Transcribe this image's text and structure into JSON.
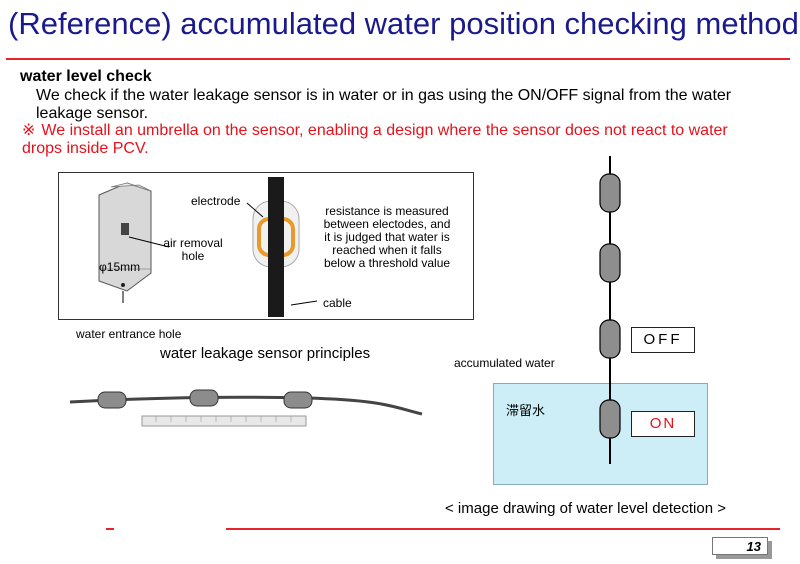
{
  "title": "(Reference) accumulated water position checking method",
  "section": {
    "heading": "water level check",
    "body": "We check if the water leakage sensor is in water or in gas using the ON/OFF signal from the water leakage sensor.",
    "note_mark": "※",
    "note": "We install an umbrella on the sensor, enabling a design where the sensor does not react to water drops inside PCV."
  },
  "sensor_diagram": {
    "electrode": "electrode",
    "air_removal_1": "air removal",
    "air_removal_2": "hole",
    "diameter": "φ15mm",
    "resistance_1": "resistance is measured",
    "resistance_2": "between electodes, and",
    "resistance_3": "it is judged that water is",
    "resistance_4": "reached when it falls",
    "resistance_5": "below a threshold value",
    "cable": "cable",
    "water_entrance": "water entrance hole",
    "caption": "water leakage sensor principles"
  },
  "level_diagram": {
    "accumulated_water": "accumulated water",
    "japanese_label": "滞留水",
    "off_label": "OFF",
    "on_label": "ON",
    "caption": "< image drawing of water level detection >"
  },
  "page_number": "13",
  "colors": {
    "title": "#1a1a8c",
    "accent_red": "#e8222a",
    "water": "#cdeef7"
  }
}
